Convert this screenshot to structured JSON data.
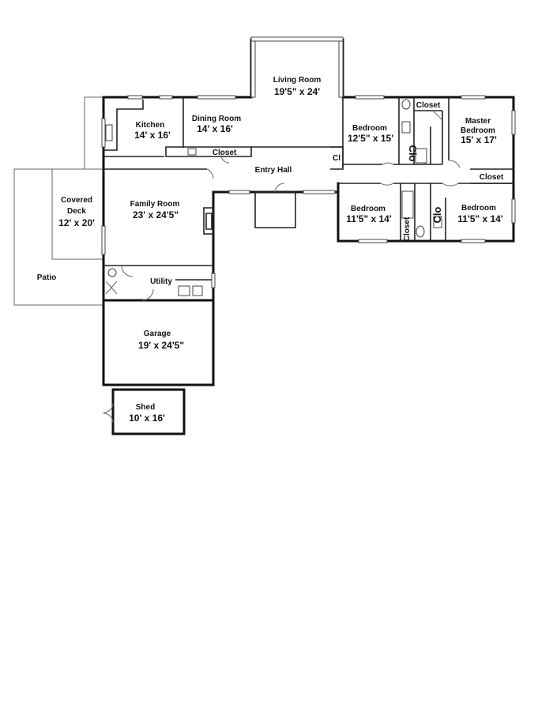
{
  "rooms": {
    "living_room": {
      "name": "Living Room",
      "dims": "19'5\" x 24'"
    },
    "kitchen": {
      "name": "Kitchen",
      "dims": "14' x 16'"
    },
    "dining_room": {
      "name": "Dining Room",
      "dims": "14' x 16'"
    },
    "closet_kitchen": {
      "name": "Closet"
    },
    "entry_hall": {
      "name": "Entry Hall"
    },
    "cl": {
      "name": "Cl"
    },
    "bedroom_1": {
      "name": "Bedroom",
      "dims": "12'5\" x 15'"
    },
    "closet_top": {
      "name": "Closet"
    },
    "clo_1": {
      "name": "Clo"
    },
    "master_bedroom": {
      "name_line1": "Master",
      "name_line2": "Bedroom",
      "dims": "15' x 17'"
    },
    "closet_master": {
      "name": "Closet"
    },
    "bedroom_2": {
      "name": "Bedroom",
      "dims": "11'5\" x 14'"
    },
    "closet_vertical": {
      "name": "Closet"
    },
    "clo_2": {
      "name": "Clo"
    },
    "bedroom_3": {
      "name": "Bedroom",
      "dims": "11'5\" x 14'"
    },
    "covered_deck": {
      "name_line1": "Covered",
      "name_line2": "Deck",
      "dims": "12' x 20'"
    },
    "family_room": {
      "name": "Family Room",
      "dims": "23' x 24'5\""
    },
    "patio": {
      "name": "Patio"
    },
    "utility": {
      "name": "Utility"
    },
    "garage": {
      "name": "Garage",
      "dims": "19' x 24'5\""
    },
    "shed": {
      "name": "Shed",
      "dims": "10' x 16'"
    }
  }
}
